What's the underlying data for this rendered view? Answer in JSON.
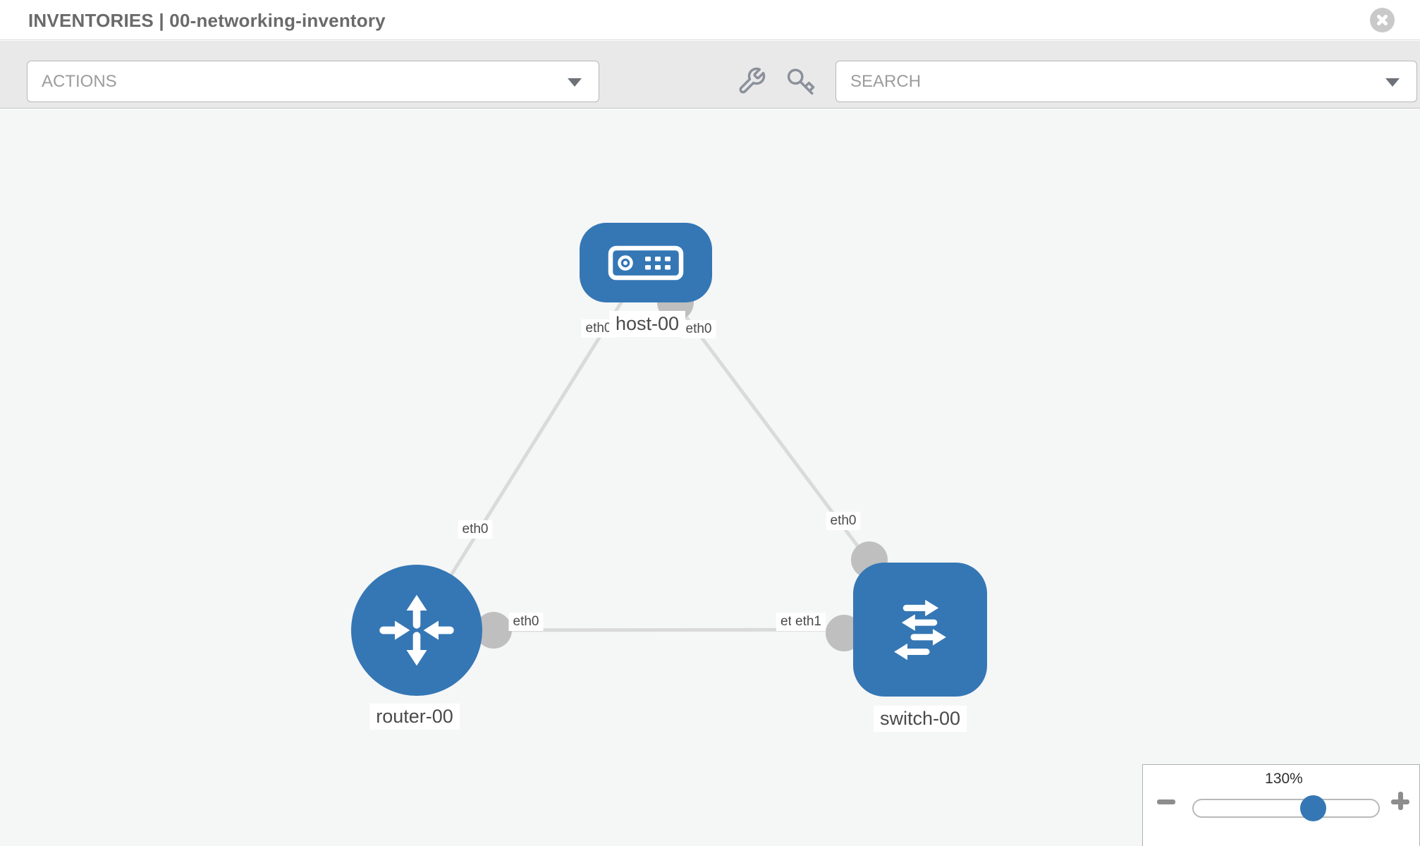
{
  "header": {
    "title": "INVENTORIES | 00-networking-inventory",
    "close_icon": "circle-x-icon"
  },
  "toolbar": {
    "actions_label": "ACTIONS",
    "search_label": "SEARCH",
    "icons": [
      "wrench-icon",
      "key-icon"
    ]
  },
  "topology": {
    "nodes": [
      {
        "id": "host-00",
        "label": "host-00",
        "type": "host"
      },
      {
        "id": "router-00",
        "label": "router-00",
        "type": "router"
      },
      {
        "id": "switch-00",
        "label": "switch-00",
        "type": "switch"
      }
    ],
    "links": [
      {
        "source": "host-00",
        "target": "router-00",
        "source_interface": "eth0",
        "target_interface": "eth0"
      },
      {
        "source": "host-00",
        "target": "switch-00",
        "source_interface": "eth0",
        "target_interface": "eth0"
      },
      {
        "source": "router-00",
        "target": "switch-00",
        "source_interface": "eth0",
        "target_interface": "eth1",
        "overlapped_label": "eth0"
      }
    ]
  },
  "zoom_control": {
    "value": "130%",
    "percent": 130,
    "minus_icon": "minus-icon",
    "plus_icon": "plus-icon"
  },
  "colors": {
    "node_blue": "#3577b5",
    "edge_gray": "#dadada",
    "port_gray": "#bfbfbf",
    "toolbar_bg": "#e9e9e9",
    "canvas_bg": "#f5f6f6"
  }
}
